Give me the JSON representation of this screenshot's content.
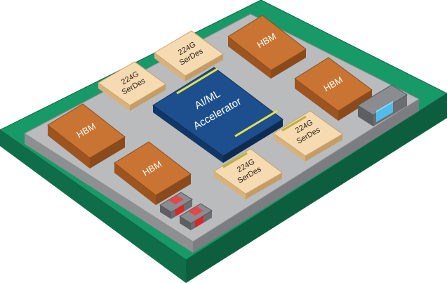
{
  "diagram": {
    "accelerator": {
      "line1": "AI/ML",
      "line2": "Accelerator"
    },
    "hbm_label": "HBM",
    "serdes": {
      "line1": "224G",
      "line2": "SerDes"
    },
    "colors": {
      "pcb_top": "#179a68",
      "pcb_side": "#0f6e49",
      "interposer_top": "#b9bbbd",
      "interposer_side": "#8d8f91",
      "hbm_top": "#c97432",
      "hbm_side": "#9c5420",
      "serdes_top": "#f6dab1",
      "serdes_side": "#d7b27c",
      "asic_top": "#1d4f8e",
      "asic_side": "#123766",
      "accent_bar": "#e3e04a",
      "cap_red": "#d8262a",
      "cap_blue": "#4fbcec",
      "cap_gray": "#7a7c80"
    }
  }
}
